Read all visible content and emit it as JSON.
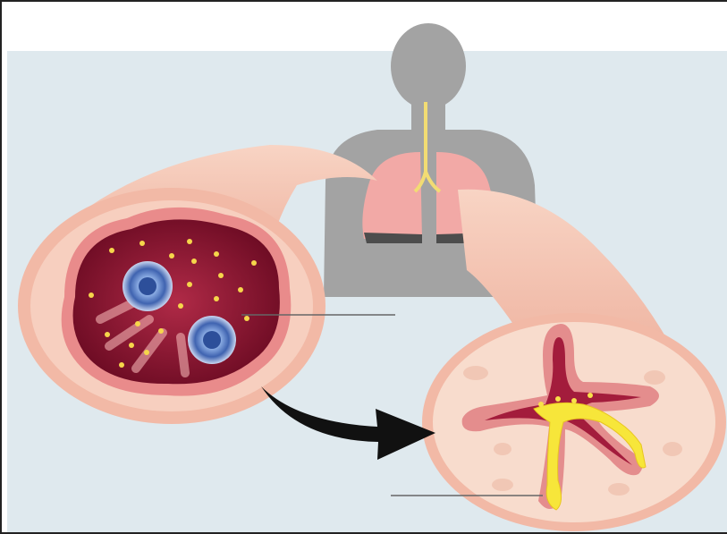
{
  "figure": {
    "subject": "asthma-airway-illustration",
    "colors": {
      "background": "#dfe9ee",
      "silhouette": "#9c9c9c",
      "lung": "#f0a8a8",
      "airway_wall": "#f6c9b8",
      "inflamed_lumen": "#8a1330",
      "mucus": "#f7e63a",
      "immune_cell": "#4a6fb5",
      "arrow": "#111111",
      "leader_line": "#666666"
    },
    "icons": [
      "human-silhouette-icon",
      "lungs-icon",
      "trachea-icon",
      "normal-airway-cross-section",
      "constricted-airway-cross-section",
      "progression-arrow-icon"
    ]
  }
}
